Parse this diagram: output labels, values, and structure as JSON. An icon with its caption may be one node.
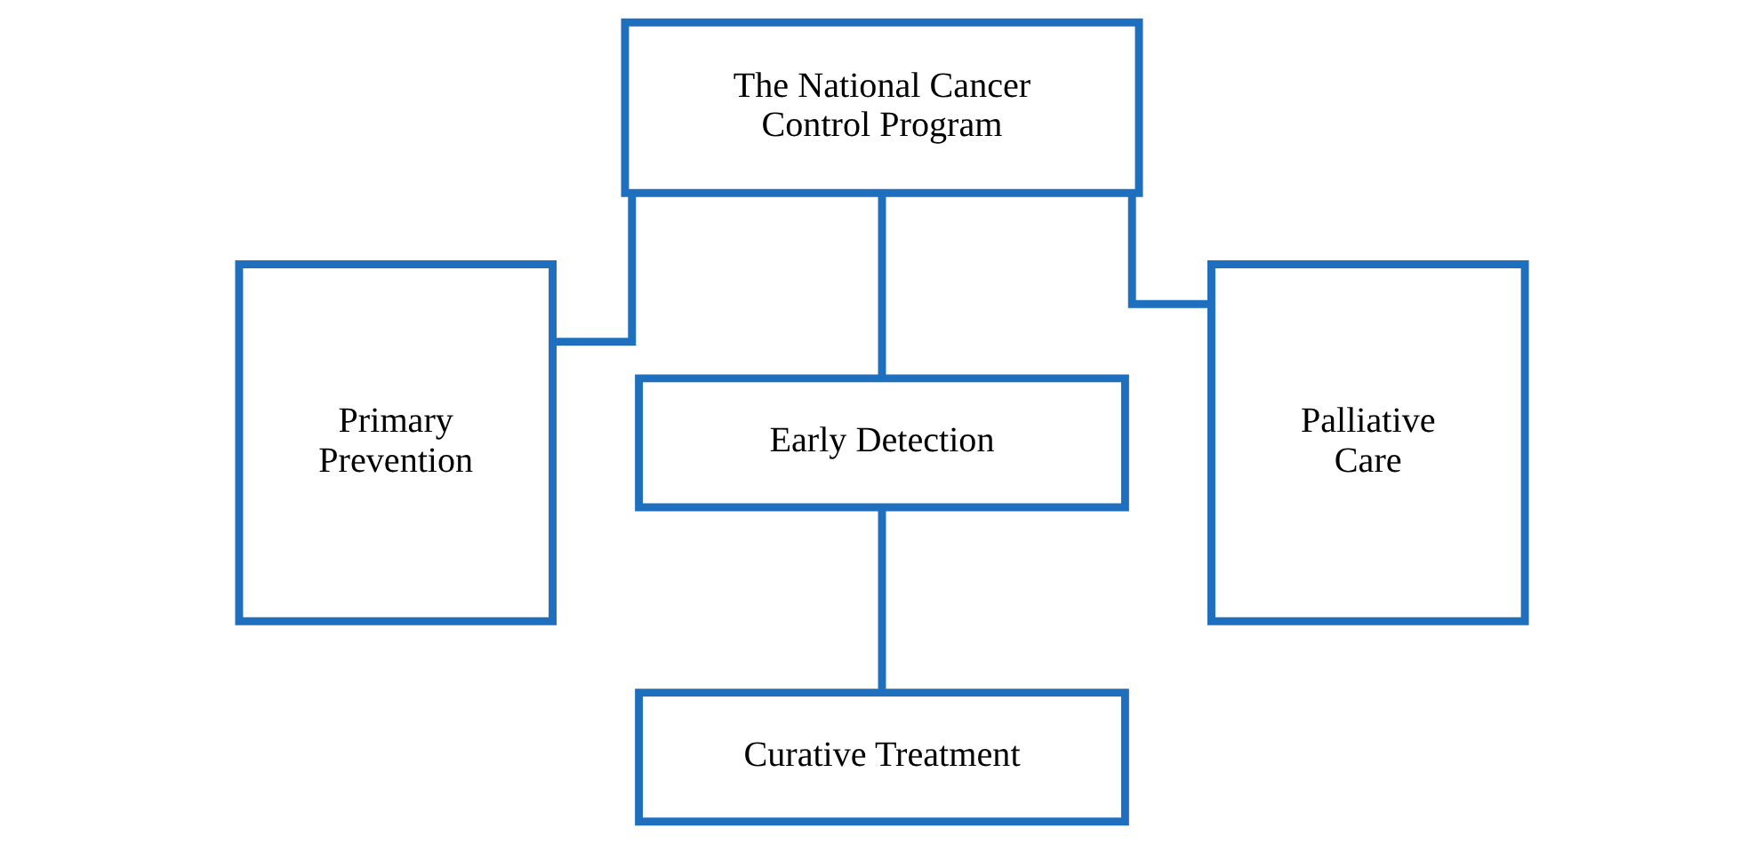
{
  "diagram": {
    "nodes": [
      {
        "text": [
          "The National Cancer Control Program"
        ]
      },
      {
        "text": [
          "Primary Prevention"
        ]
      },
      {
        "text": [
          "Early Detection"
        ]
      },
      {
        "text": [
          "Palliative Care"
        ]
      },
      {
        "text": [
          "Curative Treatment"
        ]
      }
    ],
    "edges": [
      {
        "from": 0,
        "to": 1,
        "arrow": "none"
      },
      {
        "from": 0,
        "to": 2,
        "arrow": "none"
      },
      {
        "from": 0,
        "to": 3,
        "arrow": "none"
      },
      {
        "from": 2,
        "to": 4,
        "arrow": "none"
      }
    ]
  }
}
